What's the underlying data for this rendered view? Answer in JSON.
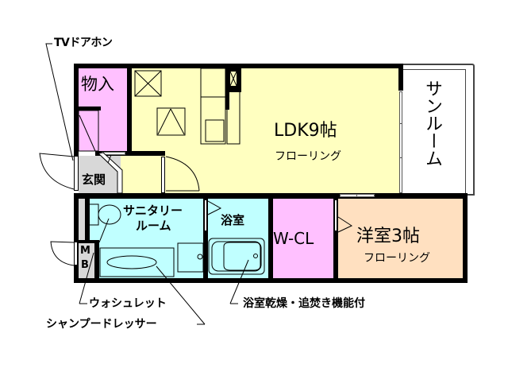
{
  "colors": {
    "storage": "#ffc0ff",
    "ldk": "#ffffc0",
    "entrance": "#d8d8d8",
    "sanitary": "#c0ffff",
    "bath": "#c0ffff",
    "wcl": "#ffc0ff",
    "western": "#ffe0c0",
    "sunroom": "#ffffff",
    "wall": "#000000"
  },
  "rooms": {
    "storage": {
      "label": "物入"
    },
    "ldk": {
      "label": "LDK9帖",
      "floor": "フローリング"
    },
    "sunroom": {
      "label": "サンルーム"
    },
    "entrance": {
      "label": "玄関"
    },
    "sanitary": {
      "label_line1": "サニタリー",
      "label_line2": "ルーム"
    },
    "bath": {
      "label": "浴室"
    },
    "wcl": {
      "label": "W-CL"
    },
    "western": {
      "label": "洋室3帖",
      "floor": "フローリング"
    },
    "mb": {
      "label_line1": "M",
      "label_line2": "B"
    }
  },
  "annotations": {
    "tv_intercom": "TVドアホン",
    "washlet": "ウォシュレット",
    "shampoo_dresser": "シャンプードレッサー",
    "bath_features": "浴室乾燥・追焚き機能付"
  }
}
